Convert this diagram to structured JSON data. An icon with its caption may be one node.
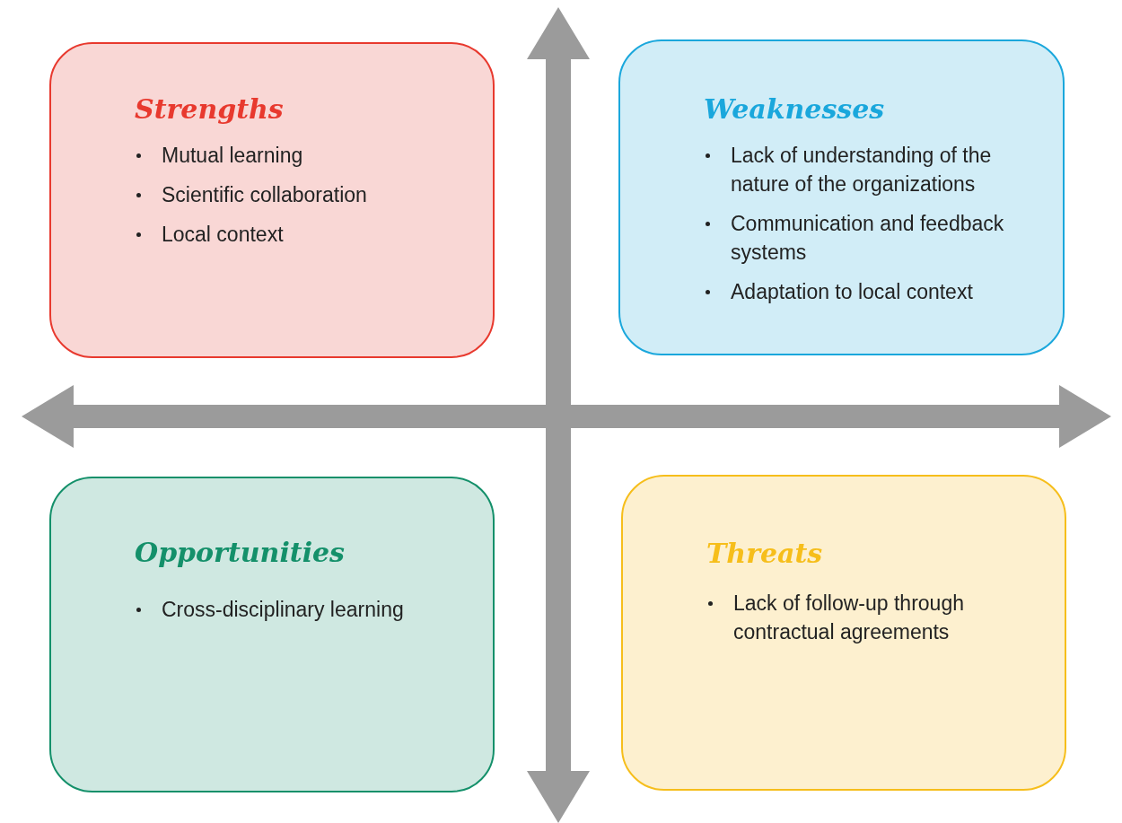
{
  "diagram": {
    "nodes": [
      {
        "text": [
          "Strengths",
          "Mutual learning",
          "Scientific collaboration",
          "Local context"
        ]
      },
      {
        "text": [
          "Weaknesses",
          "Lack of understanding of the nature of the organizations",
          "Communication and feedback systems",
          "Adaptation to local context"
        ]
      },
      {
        "text": [
          "Opportunities",
          "Cross-disciplinary learning"
        ]
      },
      {
        "text": [
          "Threats",
          "Lack of follow-up through contractual agreements"
        ]
      }
    ]
  }
}
